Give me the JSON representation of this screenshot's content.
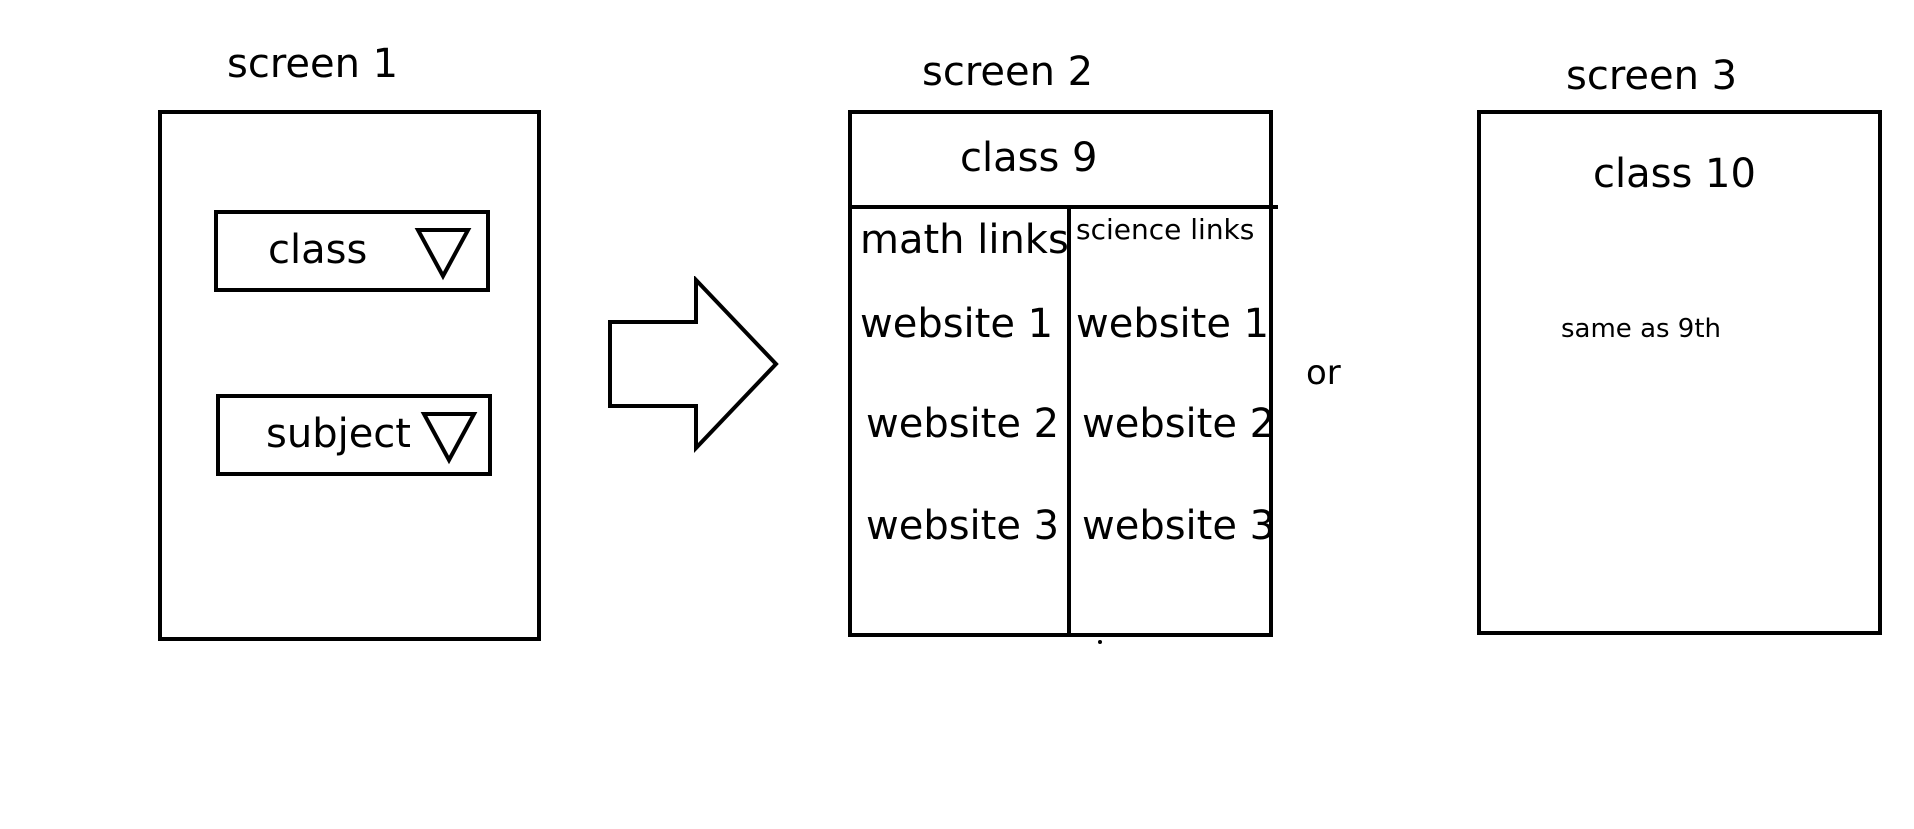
{
  "screens": [
    {
      "title": "screen 1",
      "dropdowns": [
        {
          "label": "class",
          "icon": "triangle-down-icon"
        },
        {
          "label": "subject",
          "icon": "triangle-down-icon"
        }
      ]
    },
    {
      "title": "screen 2",
      "header": "class 9",
      "columns": [
        {
          "heading": "math links",
          "links": [
            "website 1",
            "website 2",
            "website 3"
          ]
        },
        {
          "heading": "science links",
          "links": [
            "website 1",
            "website 2",
            "website 3"
          ]
        }
      ]
    },
    {
      "title": "screen 3",
      "header": "class 10",
      "note": "same as 9th"
    }
  ],
  "connector": {
    "icon": "right-arrow-icon"
  },
  "separator_text": "or"
}
